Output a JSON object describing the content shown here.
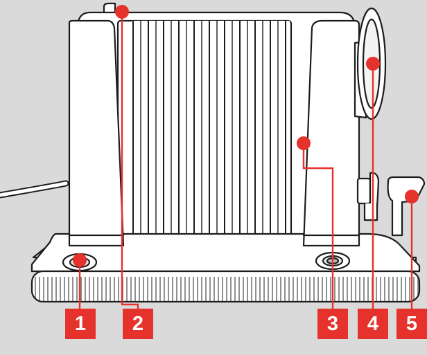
{
  "colors": {
    "background": "#dadada",
    "device_fill": "#ffffff",
    "outline": "#1c1c1c",
    "callout": "#e5322d"
  },
  "callouts": [
    {
      "number": "1",
      "target": "mounting-hole-left"
    },
    {
      "number": "2",
      "target": "top-clip"
    },
    {
      "number": "3",
      "target": "side-pillar-right"
    },
    {
      "number": "4",
      "target": "adjustment-knob"
    },
    {
      "number": "5",
      "target": "bracket-clip"
    }
  ]
}
